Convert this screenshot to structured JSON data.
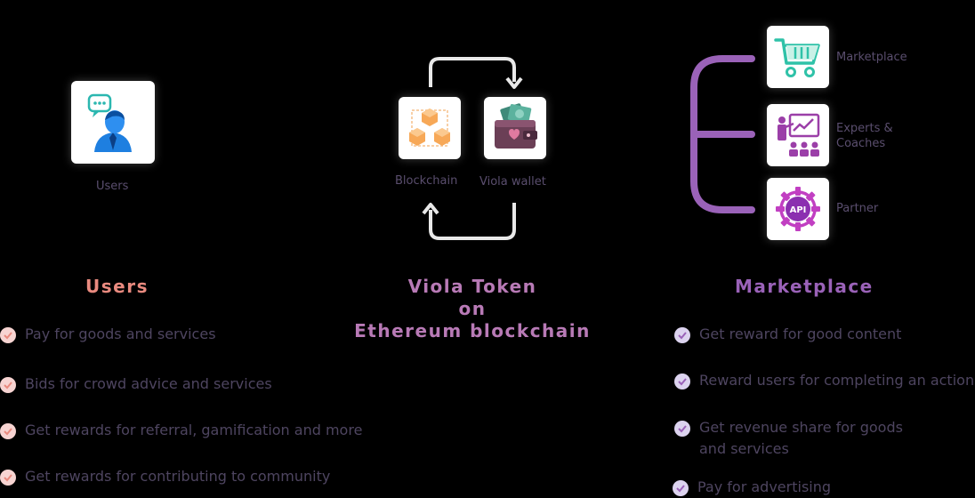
{
  "diagram": {
    "users_caption": "Users",
    "blockchain_caption": "Blockchain",
    "wallet_caption": "Viola wallet",
    "branches": [
      {
        "label": "Marketplace",
        "icon": "shopping-cart-icon"
      },
      {
        "label": "Experts & Coaches",
        "icon": "presentation-icon"
      },
      {
        "label": "Partner",
        "icon": "api-gear-icon"
      }
    ],
    "api_text": "API"
  },
  "users": {
    "title": "Users",
    "items": [
      "Pay for goods and services",
      "Bids for crowd advice and services",
      "Get rewards for referral, gamification and more",
      "Get rewards for contributing to community"
    ]
  },
  "token": {
    "line1": "Viola Token",
    "line2": "on",
    "line3": "Ethereum blockchain"
  },
  "marketplace": {
    "title": "Marketplace",
    "items": [
      "Get reward for good content",
      "Reward users for completing an action",
      "Get revenue share for goods and services",
      "Pay for advertising"
    ]
  },
  "colors": {
    "pink_accent": "#e98a7f",
    "purple_accent": "#9a62b8",
    "connector_gradient_start": "#e98a7f",
    "connector_gradient_end": "#9a62b8"
  }
}
